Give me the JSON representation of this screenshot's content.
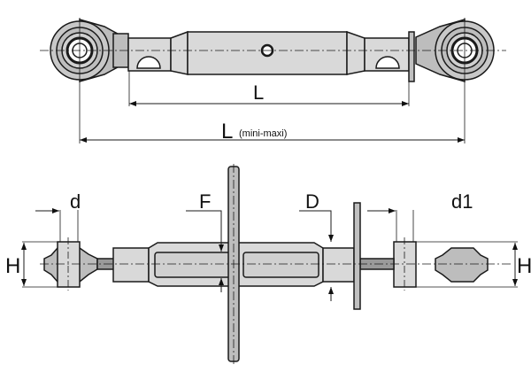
{
  "top_view": {
    "dim_inner": "L",
    "dim_overall": "L",
    "dim_overall_note": "(mini-maxi)"
  },
  "side_view": {
    "height_left": "H",
    "height_right": "H",
    "pin_left": "d",
    "pin_right": "d1",
    "thread": "F",
    "tube_diameter": "D"
  },
  "colors": {
    "fill": "#d9d9d9",
    "dark": "#9a9a9a",
    "line": "#1a1a1a"
  }
}
